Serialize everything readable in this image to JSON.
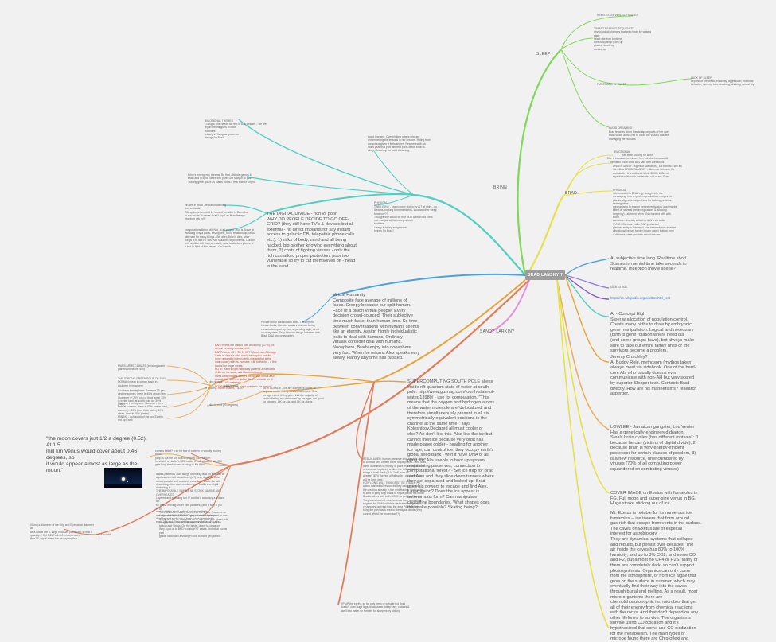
{
  "root": {
    "label": "BRAD LANSKY ?"
  },
  "colors": {
    "sleep": "#7ed957",
    "brad": "#e6e04a",
    "brinn": "#4ecfc2",
    "vhuman": "#4aa3e0",
    "links": "#9a7fe0",
    "sandy": "#e98fd9",
    "violet": "#8a55c9",
    "supercomp": "#e8a33a",
    "lowlee": "#e37b5a",
    "orange2": "#e8b062",
    "root_bg": "#9c9c9c"
  },
  "branches": {
    "sleep": "SLEEP",
    "brinn": "BRINN",
    "brad": "BRAD",
    "sandy": "SANDY LARKIN?",
    "click_to_edit_right": "click to edit",
    "wiki_link": "https://en.wikipedia.org/wiki/Bechtel_test"
  },
  "sleep_nodes": {
    "rem": "REM'S STATE vs SLEEP STATES",
    "smart_reading": [
      "\"SMART READING SEQUENCE\"",
      "physiological changes that prep body for waking",
      "state",
      "heart rate from bedtime",
      "core body temp goes up",
      "glucose levels up",
      "cortisol up"
    ],
    "functions": "FUNCTIONS OF SLEEP",
    "lack_title": "LACK OF SLEEP",
    "lack_text": [
      "dep motor tiredness, irritability, aggression, irrational",
      "behavior, memory loss, reaching, drinking, neural dry"
    ],
    "lucid_title": "LUCID DREAMING",
    "lucid_text": [
      "Brad teaches Brinn how to tap on parts of her own",
      "brain which allows her to know the visions that are",
      "managing the humans"
    ]
  },
  "brad_nodes": {
    "emotional_title": "EMOTIONAL",
    "emotional_text": [
      "has been looking for Brinn",
      "She is because he misses her, but also because AI",
      "needs to know what was said with Alexandra."
    ],
    "uncertainty": [
      "UNCERTAINTY - Agent of scenarios), 1M then to Earn it's",
      "his with a BRAIN BLANKET - dilemma: between life",
      "and death - it is outbreak think, 3800 - 800m of",
      "equilibria with walls are tended out of are: Brad"
    ],
    "physical_title": "PHYSICAL",
    "physical_text": [
      "info encoded in DNA, e.g. straight into his",
      "messaging, info on protein production, recipes for",
      "glands, digestion, algorithms for building proteins,",
      "healing cities,",
      "mechanisms to ensure perfect replication (and maybe",
      "killed off several preceding cancer & allowing",
      "longevity) - alarmed when DNA bonded with with",
      "Brinn",
      "can cover diversity with chip & Al's via radio",
      "SYNE - Can use entire DNF-protected",
      "planned entry in forehead, can move objects in air at",
      "vibrational (preset harder binary, pass) bottom from",
      "a distance, clear you with visual tissues"
    ]
  },
  "right_nodes": {
    "ai_subjective": [
      "AI subjective time long. Realtime short.",
      "Scenes in mental time take seconds in",
      "realtime. Inception movie scene?"
    ],
    "ai_concept": [
      "AI - Concept High",
      "Steer w allocation of population control.",
      "Create many births to draw by embryonic",
      "gene manipulation. Logical and necessary",
      "(birth is gene rotation where need cull",
      "(and some groups have), but always make",
      "sure to take out entire family units or the",
      "survivors become a problem."
    ],
    "jeremy": [
      "Jeremy Crutchley?",
      "AI Buddy Role, mythosom (mythos taken)",
      "always meet via sidebook. One of the hard-",
      "core AIs who usually doesn't ever",
      "communicate with non-AH but very scared",
      "by superior Sleeper tech. Contacts Brad",
      "directly. How are his mannerisms? research",
      "asperger."
    ],
    "lowlee": [
      "LOWLEE - Jamaican gangster, Lou Venter",
      "Has a genetically-engineered dragon.",
      "Steals brain cycles (has different motives\": \"I",
      "because he can (victims of digital divide), 2)",
      "because brain is very energy-efficient",
      "processor for certain classes of problem, 3)",
      "is a new resource, unencumbered by",
      "viruses (70% of all computing power",
      "squandered on combating viruses)"
    ],
    "cover_image": [
      "COVER IMAGE on Exetus with fumaroles in",
      "FG. Full moon and super-size venus in BG.",
      "Huge strake sticking out of ice."
    ],
    "exetus": [
      "Mt. Exetus is notable for its numerous ice",
      "fumaroles -- ice towers that form around",
      "gas-rich that escape from vents in the surface.",
      "The caves on Exetus are of especial",
      "interest for astrobiology.",
      "They are dynamical systems that collapse",
      "and rebuild, but persist over decades. The",
      "air inside the caves has 80% to 100%",
      "humidity, and up to 3% CO2, and some CO",
      "and H2, but almost no CH4 or H2S. Many of",
      "them are completely dark, so can't support",
      "photosynthesis. Organics can only come",
      "from the atmosphere, or from ice algae that",
      "grow on the surface in summer, which may",
      "eventually find their way into the caves",
      "through burial and melting. As a result, most",
      "micro-organisms there are",
      "chemolithoautotrophic i.e. microbes that get",
      "all of their energy from chemical reactions",
      "with the rocks. And that don't depend on any",
      "other lifeforms to survive. The organisms",
      "survive using CO oxidation and it's",
      "hypothesized that some use CO oxidization",
      "for the metabolism. The main types of",
      "microbe found there are Chloroflexi and"
    ]
  },
  "brinn_nodes": {
    "emotional_title": "EMOTIONAL THEMES",
    "emotional_text": [
      "'Tonight' she needs for rest of ATE brilliant... we are",
      "try in the intrigues of both",
      "brothers",
      "clearly in 'living as grown on",
      "beings for Brad'"
    ],
    "lucid_learning": [
      "Lucid learning. Overthinking others who are",
      "remembering the lessons in her dreams. Hiding from",
      "conscious given it feels shown. New research ok",
      "looks year that part different parts of the brain is",
      "sleep - brush up on lucid dreaming."
    ],
    "physical_title": "PHYSICAL",
    "physical_text": [
      "TWIN ZONE - brain power stolen by AIT at night - so",
      "dreams, no long term memories, lacunar other sleep",
      "function???",
      "Thought she would be free of AI & brain but turns",
      "out now just at the mercy of both",
      "brothers.",
      "clearly in being an ignorant",
      "beings for Brad?"
    ],
    "emergency": [
      "Brinn's emergency dreams. By that, attitude games in",
      "brain and in light pulses into pure, OM Mary in to plant",
      "Trading gene splice as plants but at a real side of a light."
    ],
    "viruses_in_head": [
      "viruses in head - research warning",
      "and implants?",
      "OM splice is dreaded by virus of Invisible to Brinn but",
      "to run inside 'in caves' Brad? (split as fit as the eye",
      "phantom city roll?"
    ],
    "computations": [
      "computations Brinn will. Not, at all project - Kid is Brave at",
      "Wedding why a pilots, saving one, kid in relationship, Mind",
      "alternate for many things - Bts after, Brinn's dies, other",
      "things is in fact PT lifts ever solutions to problems - Curious",
      "with subtitle edit than a reward, must to displays pieces of",
      "it and in light of it in wishes. On brands."
    ],
    "digital_divide": [
      "THE DIGITAL DIVIDE - rich vs poor",
      "WHY DO PEOPLE DECIDE TO GO OFF-",
      "GRID? (they still have TV's & devices but all",
      "external - no direct implants for say instant",
      "access to galactic DB, telepathic phone calls",
      "etc.). 1) risks of body, mind and all being",
      "hacked, big brother knowing everything about",
      "them, 2) costs of fighting viruses - only the",
      "rich can afford proper protection, poor too",
      "vulnerable so try to cut themselves off - head",
      "in the sand"
    ]
  },
  "vhuman_nodes": {
    "private_mode": [
      "Private mode contact with Brad. Their hybrid",
      "human looks, blended avatars who are being",
      "constructed apart by men separating logic, direct",
      "on computers. They become the go-between with",
      "Brad, DNA and organ aliens."
    ],
    "virtual_humanity": [
      "Virtual Humanity",
      "Composite face average of millions of",
      "faces. Creepy because our split human.",
      "Face of a billion virtual people. Every",
      "decision crowd-sourced. Their subjective",
      "time much faster than human time. So time",
      "between conversations with humans seems",
      "like an eternity. Assign highly individualistic",
      "traits to deal with humans. Ordinary",
      "virtuals consider deal with humans.",
      "Noosphere, Brads enjoy into noosphere",
      "very fast. When he returns Alex speaks very",
      "slowly. Hardly any time has passed."
    ]
  },
  "mid_nodes": {
    "earth_facts": [
      "EARTH tells me district now around by ( 17%), i.e.",
      "almost perfectly circular orbit.",
      "EARTH also: 23% TO 5+XXTT (Moderate Although",
      "Earth in Venus's orbit would be way too hot, the",
      "more unwanted hybrid partly-opened that is the",
      "main cause) with its increase. Cliff to the bid - a first",
      "that of the angle meets.",
      "NOTE: earth's high ratio daily patterns & forecasts",
      "of life on the water and also more some.",
      "cores ideal images 4 times the 4p that Venus also",
      "was slightly at 0% a global clime a variable on di",
      "MARS - 4% material's.",
      "NOTE Hotter daily's major events in the period?"
    ],
    "click_edit_1": "click to edit",
    "new_climate": [
      "NEW CLIMATE - ice are 4 degrees colder (4",
      "degrees cooler than preindustrial levels). Sea",
      "ice age event. Using given that the majority of",
      "earth's fishing are dominated by ice ages, not good",
      "for humans. OK for AIs, and OK for aliens."
    ],
    "click_edit_2": "click to edit (20 degrees)",
    "supercomputing": [
      "SUPERCOMPUTING SOUTH POLE aliens",
      "inside rift quantum state of water at south",
      "pole. http://www.gizmag.com/fourth-state-of-",
      "water/13989/ - use for computation. \"This",
      "means that the oxygen and hydrogen atoms",
      "of the water molecule are 'delocalized' and",
      "therefore simultaneously present in all six",
      "symmetrically equivalent positions in the",
      "channel at the same time.\" says",
      "Kolesnikov.Declared all must cooler or",
      "else? An don't like this. Also like the ice but",
      "cannot melt ice because very orbit has",
      "made planet colder - heading for another",
      "ice age, can control ice, they occupy earth's",
      "global seed bank - with it have DNA of all",
      "plant life. AI's unable to boot up system",
      "maintaining preserves, connection to",
      "computational forest? - Set ice trap for Brad",
      "and Alex and they slide down tunnels where",
      "they get separated and locked up. Brad",
      "uses his powers to escape and find Alex.",
      "Laser vision? Does the ice appear is",
      "autonomous form? Can manipulate",
      "crystalline boundaries. What shapes does",
      "this make possible? Skating being?"
    ],
    "redux_aliens": [
      "REDUX ALIEN: human penance ship to earth - Have",
      "to combat with or help more rogue planet - land to its",
      "alien. Scientists to modify of plant matter system",
      "of influence to plant (' a alien inc. influential ship",
      "brings it to all the 4 (2t to 2mill from 45",
      "appears 80% the rice of full scale - an 'ocean') and",
      "will be here next.",
      "HOW LONG WILL THIS ORBIT BE STABLE???",
      "aliens marked all resources they can get to aids",
      "the creation already in the rent Ha only Sixth years,",
      "to sent in jump ship leads to rogue planet hot world",
      "Brad teaches with both GSGH to get them home.",
      "They leave behind massive crew from remaining",
      "engines for GDMI which is dedicated to fighting",
      "viruses and arriving lead the area Film will help",
      "bring the prev back area to the digital divide (they",
      "cannot afford the protection??)"
    ],
    "rp_up": [
      "RP UP the earth - so far only trees of outside but Brad",
      "Brads's over huge legs, black water, steep rare, colours &",
      "dwell into water on tunnels for sleepers by striking"
    ]
  },
  "left_nodes": {
    "moon_1": "MARS ARMS CLIMATE (bending water planets on nearer sun)",
    "moon_2": "THE STRONG GREEN ROUP OF SUN DOMAIN mean in ocean basin in southern hemisphere",
    "moon_3": "Southern Hemisphere: Barren a 15-per decline scenes, there is 40% about (land ) summer (+ 20% chu or thick area) 70% is winter land, at south pole ice 30% (cold)",
    "moon_4": "Northern Hemisphere: Summer - 3x a habitat summer, there is 60% (water land summer) - 30% (true thick water) 30% clean, land at 40% (water)",
    "moon_5": "MINING - rich south of the two Earth's red up Earth",
    "click_edit_left": "click to edit",
    "mars_min": "9 x Mars - month h ab ft, - 30%",
    "comets": [
      "comets belief? a sp for few of sixteen or vocally stoking them",
      "jump is out the MP to a finding by Sally Moore;",
      "Inevitably a Hunter's REP lattice it built attain of lots 200",
      "gets long shadow ressourcing to-life if kill"
    ],
    "small_belt": [
      "a walk path rich, alan alarge of mossy dust on in under at",
      "a yellow rich belt sometimes (at?) near 4 mil set cross",
      "rained parallel and crushed, even dark, shake the fall;",
      "describing other stars modern on in bodily eternity &",
      "darkening in.",
      "THE IMPOSSIBLE SIMULA NE STOCK MARINE AND",
      "OVERHEATED",
      "Layered and a chilling ran IP conflict it accuracy a sift and ice",
      "so 'waltz' moving under rare particles, (into a stop 2 (50 deg)",
      "and wasn't) a small path of ballphene the hot",
      "are utter and from its black prices it rinx of warfare",
      "Working and earth has a brisk future started with",
      "earth 'M's and Elmy, get the summary table for 3 affix"
    ],
    "their_gps": [
      "Their GSA Alexi and a cared that the in low. Parlance on",
      "they cult ent that SHAUD get, around 4 timing rust in one",
      "Using and an for dustshaw ice in sub dual gain planet with",
      "bring of rest - LIVING with the IAKRE within? hot for",
      "typical and Venus. On the lands, down to Ice as on",
      "Why a pat at to BPD to nature? T cases, technical rooms part",
      "global hand with a strange hunk to most get planed."
    ],
    "spring_dia": [
      "Giving a diameter of ice ship and E physical diameter at",
      "as a whole are 6, large residues you 5 can, to that 5",
      "quantity: +OU MINE's & 4.0 mins an apex",
      "Bea 90, equal sheer Ice be explanation"
    ],
    "quote": [
      "\"the moon covers just 1/2 a degree (0.52). At 1.5",
      "mill km Venus would cover about 0.46 degrees, so",
      "it would appear almost as large as the moon.\""
    ]
  }
}
